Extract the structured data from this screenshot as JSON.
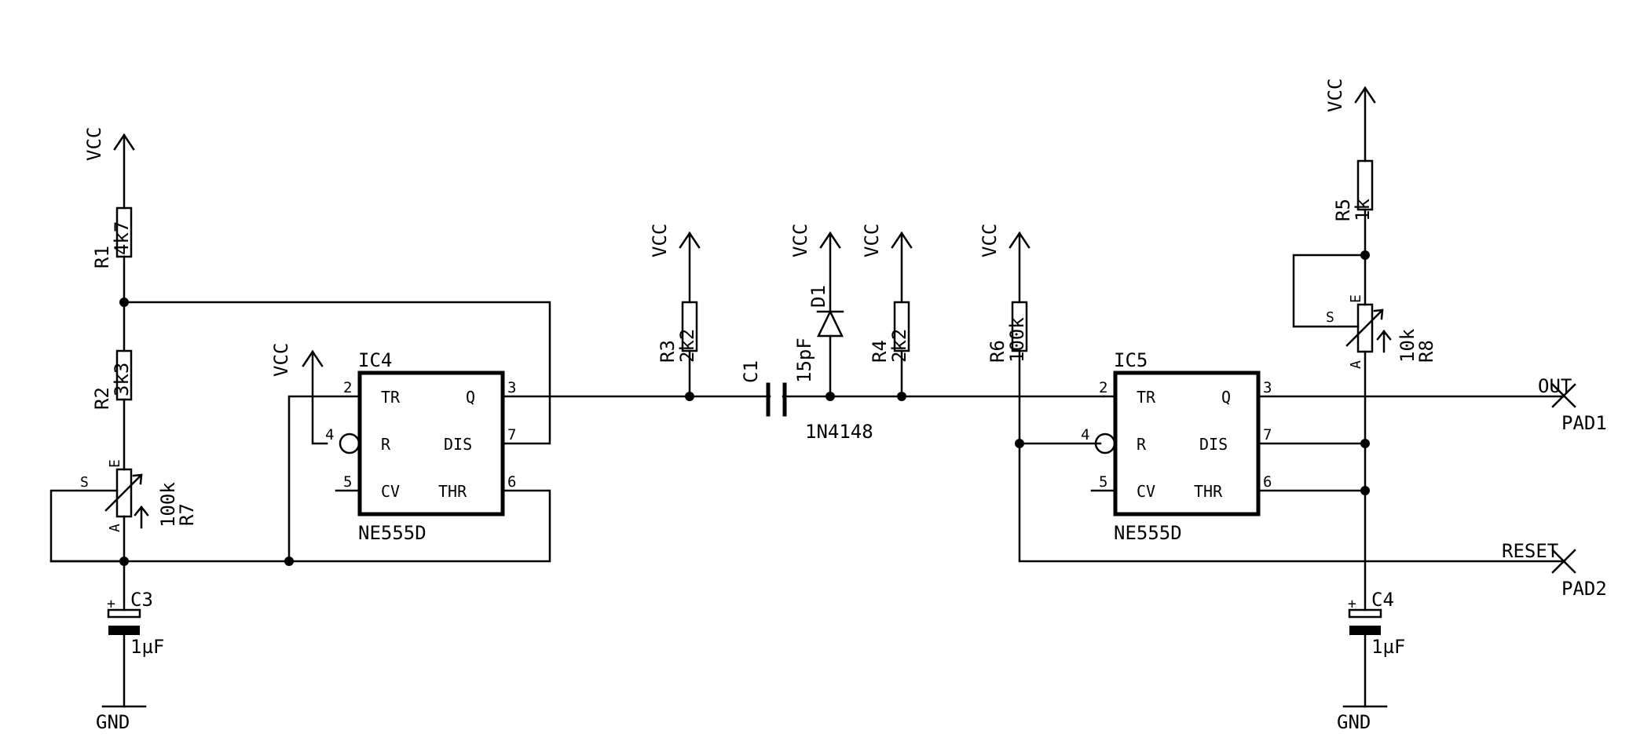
{
  "supply": {
    "vcc": "VCC",
    "gnd": "GND"
  },
  "components": {
    "r1": {
      "name": "R1",
      "value": "4k7"
    },
    "r2": {
      "name": "R2",
      "value": "3k3"
    },
    "r3": {
      "name": "R3",
      "value": "2k2"
    },
    "r4": {
      "name": "R4",
      "value": "2k2"
    },
    "r5": {
      "name": "R5",
      "value": "1k"
    },
    "r6": {
      "name": "R6",
      "value": "100k"
    },
    "r7": {
      "name": "R7",
      "value": "100k",
      "pin_e": "E",
      "pin_s": "S",
      "pin_a": "A"
    },
    "r8": {
      "name": "R8",
      "value": "10k",
      "pin_e": "E",
      "pin_s": "S",
      "pin_a": "A"
    },
    "c1": {
      "name": "C1",
      "value": "15pF"
    },
    "c3": {
      "name": "C3",
      "value": "1µF",
      "plus": "+"
    },
    "c4": {
      "name": "C4",
      "value": "1µF",
      "plus": "+"
    },
    "d1": {
      "name": "D1",
      "value": "1N4148"
    }
  },
  "ics": {
    "ic4": {
      "name": "IC4",
      "part": "NE555D",
      "pins": {
        "tr": "TR",
        "q": "Q",
        "r": "R",
        "dis": "DIS",
        "cv": "CV",
        "thr": "THR"
      },
      "pin_numbers": {
        "tr": "2",
        "q": "3",
        "r": "4",
        "dis": "7",
        "cv": "5",
        "thr": "6"
      }
    },
    "ic5": {
      "name": "IC5",
      "part": "NE555D",
      "pins": {
        "tr": "TR",
        "q": "Q",
        "r": "R",
        "dis": "DIS",
        "cv": "CV",
        "thr": "THR"
      },
      "pin_numbers": {
        "tr": "2",
        "q": "3",
        "r": "4",
        "dis": "7",
        "cv": "5",
        "thr": "6"
      }
    }
  },
  "pads": {
    "pad1": {
      "name": "PAD1",
      "net": "OUT"
    },
    "pad2": {
      "name": "PAD2",
      "net": "RESET"
    }
  }
}
